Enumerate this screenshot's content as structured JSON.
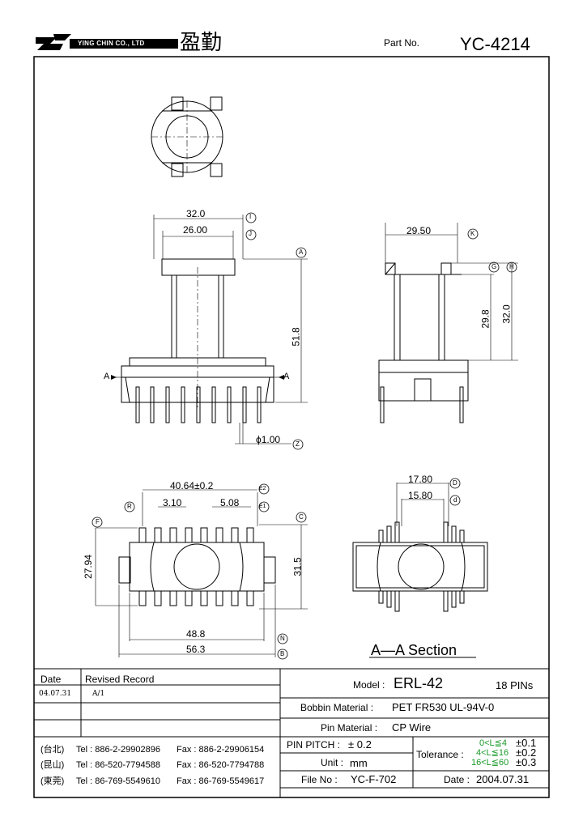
{
  "header": {
    "company": "YING CHIN CO., LTD",
    "company_cn": "盈勤",
    "part_label": "Part No.",
    "part_number": "YC-4214"
  },
  "dimensions": {
    "top_width": "32.0",
    "top_inner": "26.00",
    "height": "51.8",
    "side_width": "29.50",
    "side_h1": "29.8",
    "side_h2": "32.0",
    "pin_dia": "ϕ1.00",
    "pin_span": "40.64±0.2",
    "pitch1": "3.10",
    "pitch2": "5.08",
    "bottom_h1": "27.94",
    "bottom_h2": "31.5",
    "bottom_w1": "48.8",
    "bottom_w2": "56.3",
    "section_w1": "17.80",
    "section_w2": "15.80",
    "section_a": "A",
    "section_title": "A—A  Section",
    "callouts": {
      "I": "I",
      "J": "J",
      "A": "A",
      "K": "K",
      "G": "G",
      "H": "H",
      "Z": "Z",
      "E2": "E2",
      "E1": "E1",
      "R": "R",
      "F": "F",
      "C": "C",
      "N": "N",
      "B": "B",
      "D": "D",
      "d": "d"
    }
  },
  "revision": {
    "col_date": "Date",
    "col_record": "Revised  Record",
    "rows": [
      {
        "date": "04.07.31",
        "record": "A/1"
      }
    ]
  },
  "contacts": [
    {
      "city": "(台北)",
      "tel": "Tel : 886-2-29902896",
      "fax": "Fax : 886-2-29906154"
    },
    {
      "city": "(昆山)",
      "tel": "Tel : 86-520-7794588",
      "fax": "Fax : 86-520-7794788"
    },
    {
      "city": "(東莞)",
      "tel": "Tel : 86-769-5549610",
      "fax": "Fax : 86-769-5549617"
    }
  ],
  "spec": {
    "model_label": "Model :",
    "model_value": "ERL-42",
    "pins": "18 PINs",
    "bobbin_label": "Bobbin  Material :",
    "bobbin_value": "PET FR530 UL-94V-0",
    "pin_mat_label": "Pin  Material :",
    "pin_mat_value": "CP  Wire",
    "pitch_label": "PIN  PITCH :",
    "pitch_value": "± 0.2",
    "unit_label": "Unit :",
    "unit_value": "mm",
    "file_label": "File  No :",
    "file_value": "YC-F-702",
    "tolerance_label": "Tolerance :",
    "tol_rows": [
      {
        "range": "0<L≦4",
        "tol": "±0.1"
      },
      {
        "range": "4<L≦16",
        "tol": "±0.2"
      },
      {
        "range": "16<L≦60",
        "tol": "±0.3"
      }
    ],
    "date_label": "Date :",
    "date_value": "2004.07.31"
  },
  "colors": {
    "tolerance_green": "#1a9a2a",
    "line": "#000000"
  }
}
